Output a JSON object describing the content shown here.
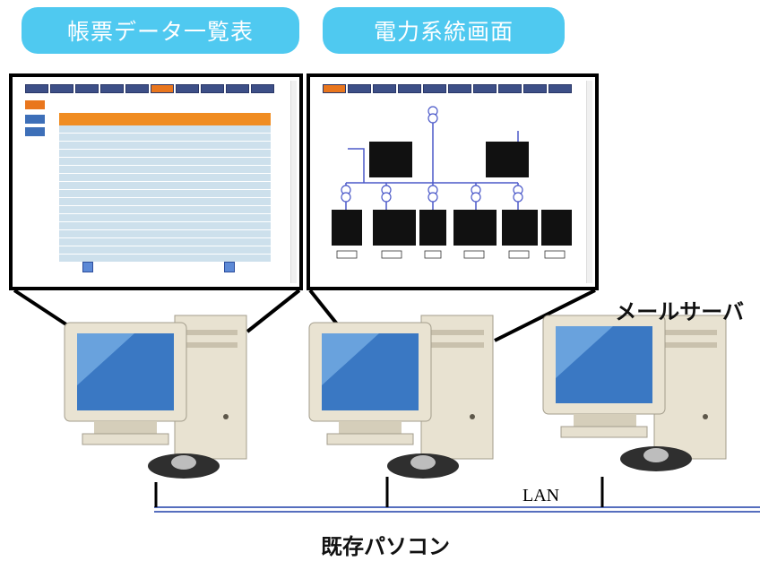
{
  "labels": {
    "report_list": "帳票データ一覧表",
    "power_system_screen": "電力系統画面",
    "mail_server": "メールサーバ",
    "lan": "LAN",
    "existing_pc": "既存パソコン"
  },
  "colors": {
    "pill": "#4fc9f0",
    "tab_active": "#e9761d",
    "tab_inactive": "#3d4f87",
    "table_header": "#f08c21",
    "table_row": "#cde0ec",
    "network_line": "#1f3fa8",
    "diagram_line": "#4b59c9"
  },
  "icons": {
    "computer": "desktop-computer-icon",
    "mouse": "mouse-icon"
  }
}
